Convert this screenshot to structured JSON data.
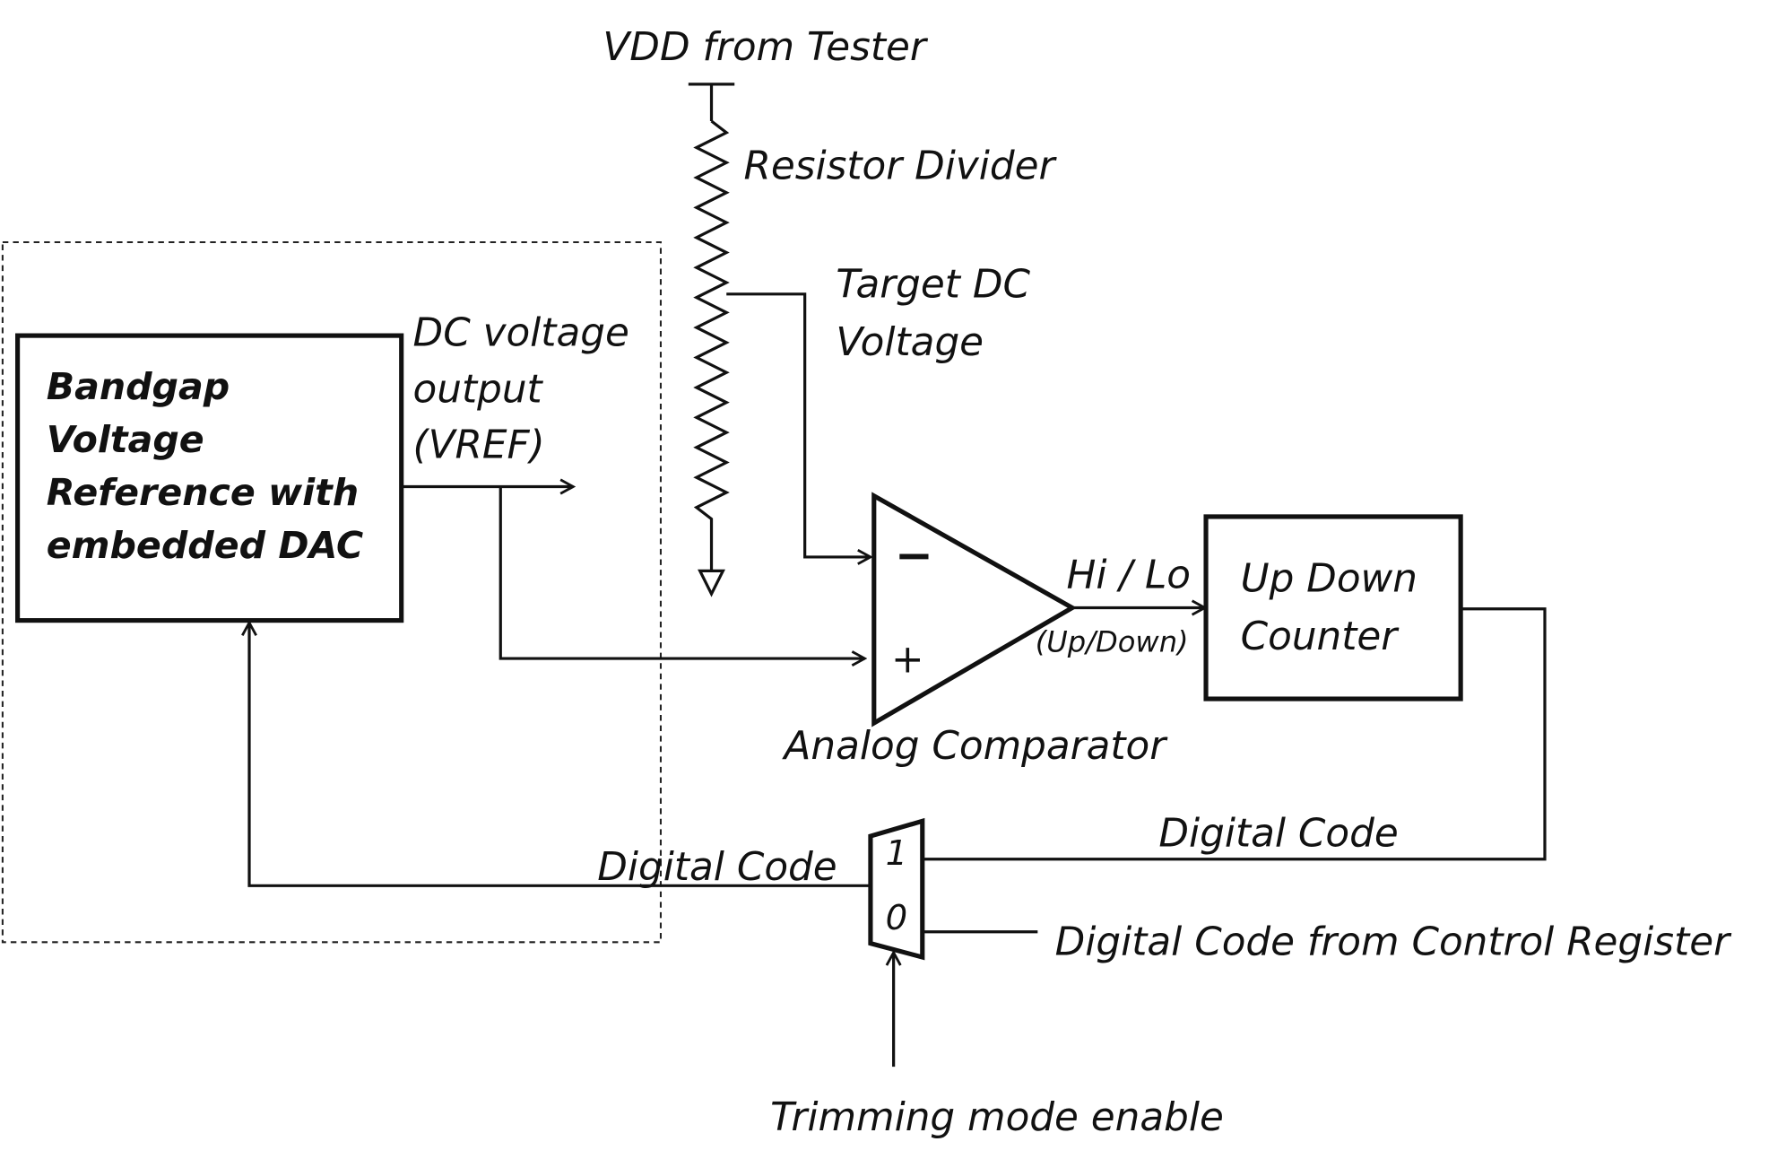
{
  "vdd": {
    "label": "VDD from Tester"
  },
  "resistor": {
    "label": "Resistor Divider"
  },
  "target": {
    "line1": "Target DC",
    "line2": "Voltage"
  },
  "bandgap": {
    "lines": [
      "Bandgap",
      "Voltage",
      "Reference with",
      "embedded DAC"
    ]
  },
  "dc_output": {
    "line1": "DC voltage",
    "line2": "output",
    "line3": "(VREF)"
  },
  "comparator": {
    "label": "Analog Comparator",
    "minus": "−",
    "plus": "+",
    "out_label": "Hi / Lo",
    "out_sublabel": "(Up/Down)"
  },
  "counter": {
    "line1": "Up Down",
    "line2": "Counter"
  },
  "mux": {
    "in1": "1",
    "in0": "0"
  },
  "digital_code_counter": "Digital Code",
  "digital_code_out": "Digital Code",
  "control_register": "Digital Code from Control Register",
  "trimming": "Trimming mode enable"
}
